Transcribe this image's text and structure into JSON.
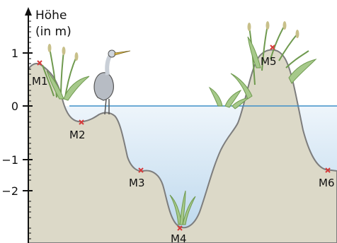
{
  "axis": {
    "title_line1": "Höhe",
    "title_line2": "(in m)",
    "ticks": [
      "1",
      "0",
      "−1",
      "−2"
    ]
  },
  "points": [
    "M1",
    "M2",
    "M3",
    "M4",
    "M5",
    "M6"
  ],
  "colors": {
    "water": "#cfe2f0",
    "waterline": "#3f90c8",
    "ground": "#dcd9c8",
    "ground_edge": "#7d7d7d",
    "marker": "#d63a3a",
    "plant": "#8db869"
  }
}
